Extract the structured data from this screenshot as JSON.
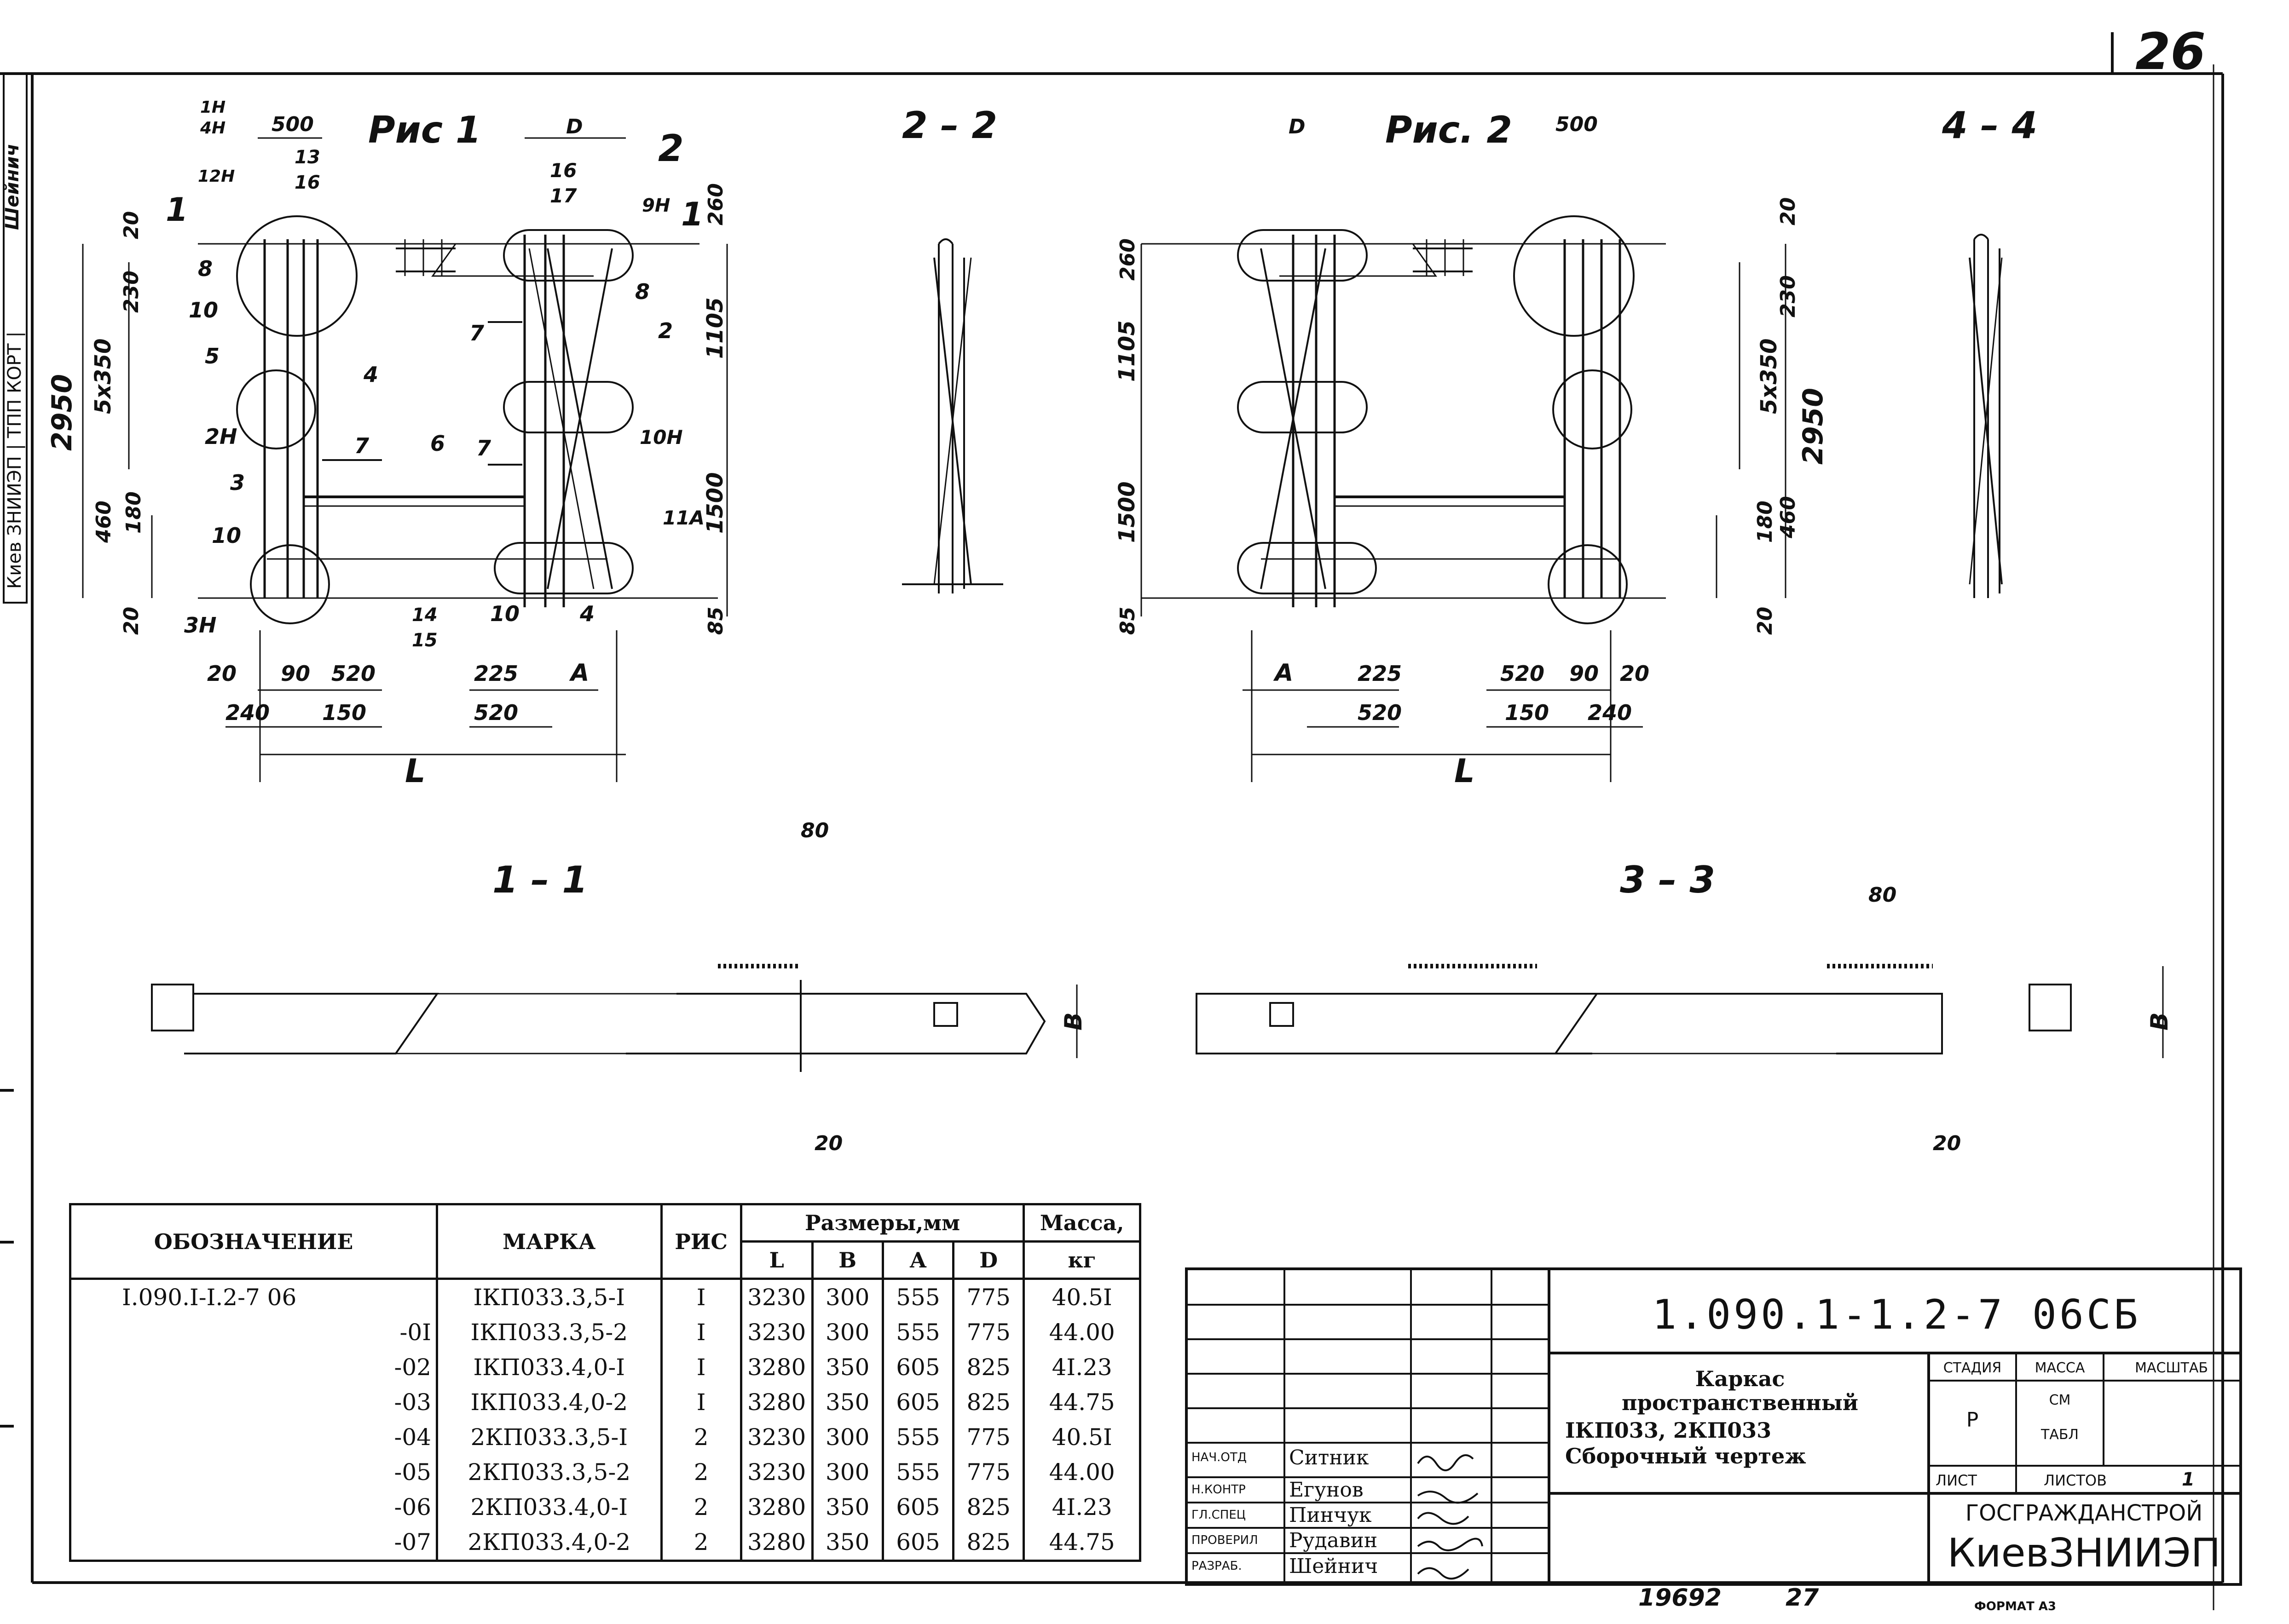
{
  "sheet_number": "26",
  "side_stamp": "Киев ЗНИИЭП | ТПП КОРТ |",
  "side_signature": "Шейнич",
  "figures": {
    "fig1_title": "Рис 1",
    "fig2_title": "Рис. 2",
    "section_22": "2 – 2",
    "section_44": "4 – 4",
    "section_11": "1 – 1",
    "section_33": "3 – 3"
  },
  "fig1_dims": {
    "top_500": "500",
    "top_D": "D",
    "d_20": "20",
    "d_230": "230",
    "d_5x350": "5x350",
    "d_2950": "2950",
    "d_460": "460",
    "d_180": "180",
    "d_20b": "20",
    "d_260": "260",
    "d_1105": "1105",
    "d_1500": "1500",
    "d_85": "85",
    "b_20": "20",
    "b_90": "90",
    "b_520": "520",
    "b_240": "240",
    "b_150": "150",
    "b_225": "225",
    "b_A": "A",
    "b_520b": "520",
    "b_L": "L"
  },
  "fig1_callouts": [
    "1H",
    "4H",
    "12H",
    "13",
    "16",
    "1",
    "8",
    "10",
    "5",
    "2H",
    "3",
    "10",
    "3H",
    "4",
    "7",
    "6",
    "7",
    "16",
    "17",
    "2",
    "9H",
    "1",
    "8",
    "7",
    "2",
    "10H",
    "11A",
    "10",
    "4",
    "14",
    "15"
  ],
  "fig2_dims": {
    "top_D": "D",
    "top_500": "500",
    "d_260": "260",
    "d_1105": "1105",
    "d_1500": "1500",
    "d_85": "85",
    "d_230": "230",
    "d_5x350": "5x350",
    "d_2950": "2950",
    "d_460": "460",
    "d_180": "180",
    "d_20": "20",
    "d_20t": "20",
    "b_A": "A",
    "b_225": "225",
    "b_520": "520",
    "b_L": "L",
    "b_520r": "520",
    "b_90": "90",
    "b_20": "20",
    "b_150": "150",
    "b_240": "240"
  },
  "section_dims": {
    "b": "B",
    "d80": "80",
    "d20": "20"
  },
  "table": {
    "headers": {
      "designation": "ОБОЗНАЧЕНИЕ",
      "mark": "МАРКА",
      "fig": "РИС",
      "sizes": "Размеры,мм",
      "mass": "Масса,",
      "mass_unit": "кг",
      "L": "L",
      "B": "B",
      "A": "A",
      "D": "D"
    },
    "rows": [
      {
        "designation": "I.090.I-I.2-7 06",
        "mark": "IКП033.3,5-I",
        "fig": "I",
        "L": "3230",
        "B": "300",
        "A": "555",
        "D": "775",
        "mass": "40.5I"
      },
      {
        "designation": "-0I",
        "mark": "IКП033.3,5-2",
        "fig": "I",
        "L": "3230",
        "B": "300",
        "A": "555",
        "D": "775",
        "mass": "44.00"
      },
      {
        "designation": "-02",
        "mark": "IКП033.4,0-I",
        "fig": "I",
        "L": "3280",
        "B": "350",
        "A": "605",
        "D": "825",
        "mass": "4I.23"
      },
      {
        "designation": "-03",
        "mark": "IКП033.4,0-2",
        "fig": "I",
        "L": "3280",
        "B": "350",
        "A": "605",
        "D": "825",
        "mass": "44.75"
      },
      {
        "designation": "-04",
        "mark": "2КП033.3,5-I",
        "fig": "2",
        "L": "3230",
        "B": "300",
        "A": "555",
        "D": "775",
        "mass": "40.5I"
      },
      {
        "designation": "-05",
        "mark": "2КП033.3,5-2",
        "fig": "2",
        "L": "3230",
        "B": "300",
        "A": "555",
        "D": "775",
        "mass": "44.00"
      },
      {
        "designation": "-06",
        "mark": "2КП033.4,0-I",
        "fig": "2",
        "L": "3280",
        "B": "350",
        "A": "605",
        "D": "825",
        "mass": "4I.23"
      },
      {
        "designation": "-07",
        "mark": "2КП033.4,0-2",
        "fig": "2",
        "L": "3280",
        "B": "350",
        "A": "605",
        "D": "825",
        "mass": "44.75"
      }
    ]
  },
  "title_block": {
    "doc_code": "1.090.1-1.2-7 06СБ",
    "title_lines": [
      "Каркас",
      "пространственный",
      "IКП033, 2КП033",
      "Сборочный чертеж"
    ],
    "stage_label": "СТАДИЯ",
    "mass_label": "МАССА",
    "scale_label": "МАСШТАБ",
    "stage_value": "Р",
    "mass_value_1": "СМ",
    "mass_value_2": "ТАБЛ",
    "sheet_label": "ЛИСТ",
    "sheets_label": "ЛИСТОВ",
    "sheets_value": "1",
    "org_1": "ГОСГРАЖДАНСТРОЙ",
    "org_2": "КиевЗНИИЭП",
    "people": [
      {
        "role": "НАЧ.ОТД",
        "name": "Ситник"
      },
      {
        "role": "Н.КОНТР",
        "name": "Егунов"
      },
      {
        "role": "ГЛ.СПЕЦ",
        "name": "Пинчук"
      },
      {
        "role": "ПРОВЕРИЛ",
        "name": "Рудавин"
      },
      {
        "role": "РАЗРАБ.",
        "name": "Шейнич"
      }
    ]
  },
  "footer": {
    "inv": "19692",
    "n": "27",
    "format": "ФОРМАТ А3"
  }
}
